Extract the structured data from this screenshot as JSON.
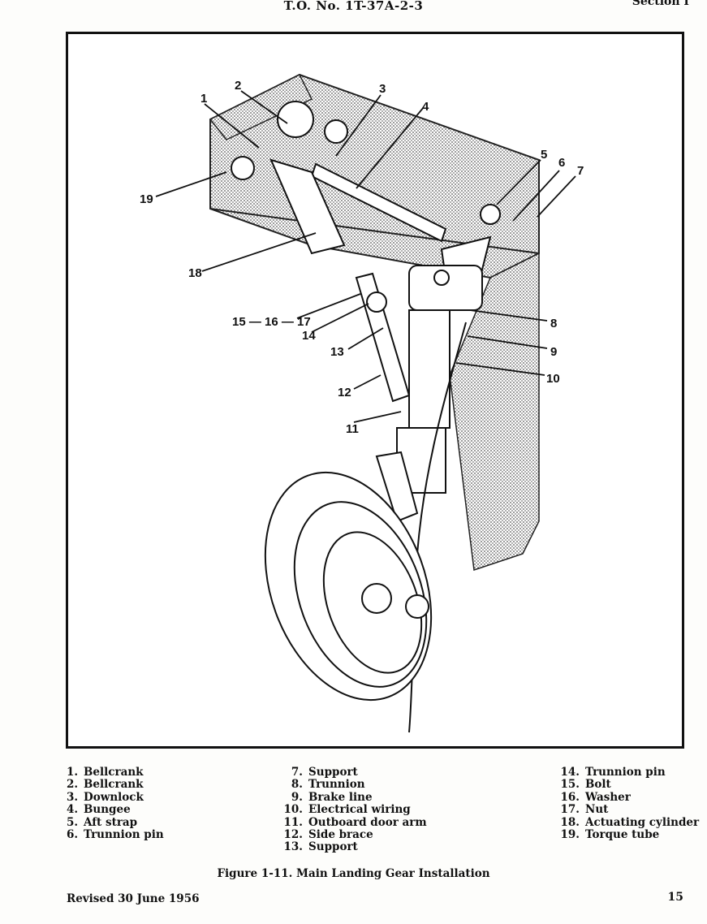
{
  "header": {
    "doc_number": "T.O. No. 1T-37A-2-3",
    "section": "Section I"
  },
  "figure": {
    "callouts": {
      "c1": "1",
      "c2": "2",
      "c3": "3",
      "c4": "4",
      "c5": "5",
      "c6": "6",
      "c7": "7",
      "c8": "8",
      "c9": "9",
      "c10": "10",
      "c11": "11",
      "c12": "12",
      "c13": "13",
      "c14": "14",
      "c15": "15 — 16 — 17",
      "c18": "18",
      "c19": "19"
    },
    "legend": [
      [
        {
          "num": "1.",
          "label": "Bellcrank"
        },
        {
          "num": "2.",
          "label": "Bellcrank"
        },
        {
          "num": "3.",
          "label": "Downlock"
        },
        {
          "num": "4.",
          "label": "Bungee"
        },
        {
          "num": "5.",
          "label": "Aft strap"
        },
        {
          "num": "6.",
          "label": "Trunnion pin"
        }
      ],
      [
        {
          "num": "7.",
          "label": "Support"
        },
        {
          "num": "8.",
          "label": "Trunnion"
        },
        {
          "num": "9.",
          "label": "Brake line"
        },
        {
          "num": "10.",
          "label": "Electrical wiring"
        },
        {
          "num": "11.",
          "label": "Outboard door arm"
        },
        {
          "num": "12.",
          "label": "Side brace"
        },
        {
          "num": "13.",
          "label": "Support"
        }
      ],
      [
        {
          "num": "14.",
          "label": "Trunnion pin"
        },
        {
          "num": "15.",
          "label": "Bolt"
        },
        {
          "num": "16.",
          "label": "Washer"
        },
        {
          "num": "17.",
          "label": "Nut"
        },
        {
          "num": "18.",
          "label": "Actuating cylinder"
        },
        {
          "num": "19.",
          "label": "Torque tube"
        }
      ]
    ],
    "caption": "Figure 1-11. Main Landing Gear Installation"
  },
  "footer": {
    "revised": "Revised 30 June 1956",
    "page_number": "15"
  }
}
